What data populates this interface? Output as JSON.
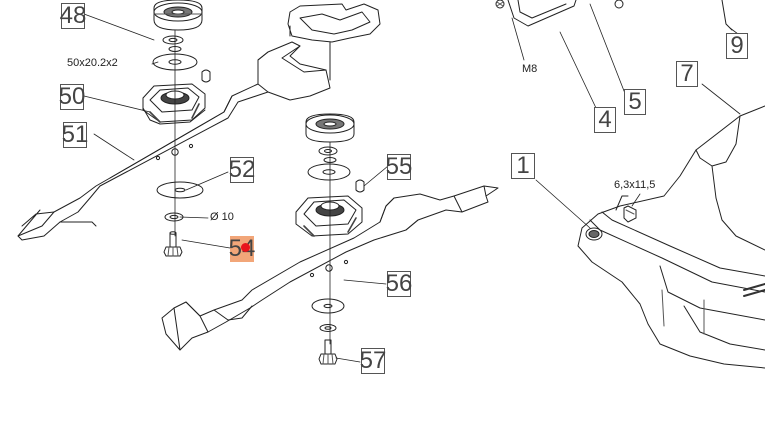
{
  "callouts": {
    "c48": "48",
    "c50": "50",
    "c51": "51",
    "c52": "52",
    "c54": "54",
    "c55": "55",
    "c56": "56",
    "c57": "57",
    "c1": "1",
    "c4": "4",
    "c5": "5",
    "c7": "7",
    "c9": "9"
  },
  "dimensions": {
    "washer": "50x20.2x2",
    "diameter": "Ø 10",
    "bolt_m8": "M8",
    "screw": "6,3x11,5"
  },
  "colors": {
    "line": "#222222",
    "callout_border": "#555555",
    "highlight": "#f2a679",
    "hotspot": "#e8141c"
  },
  "selected_callout": "54"
}
